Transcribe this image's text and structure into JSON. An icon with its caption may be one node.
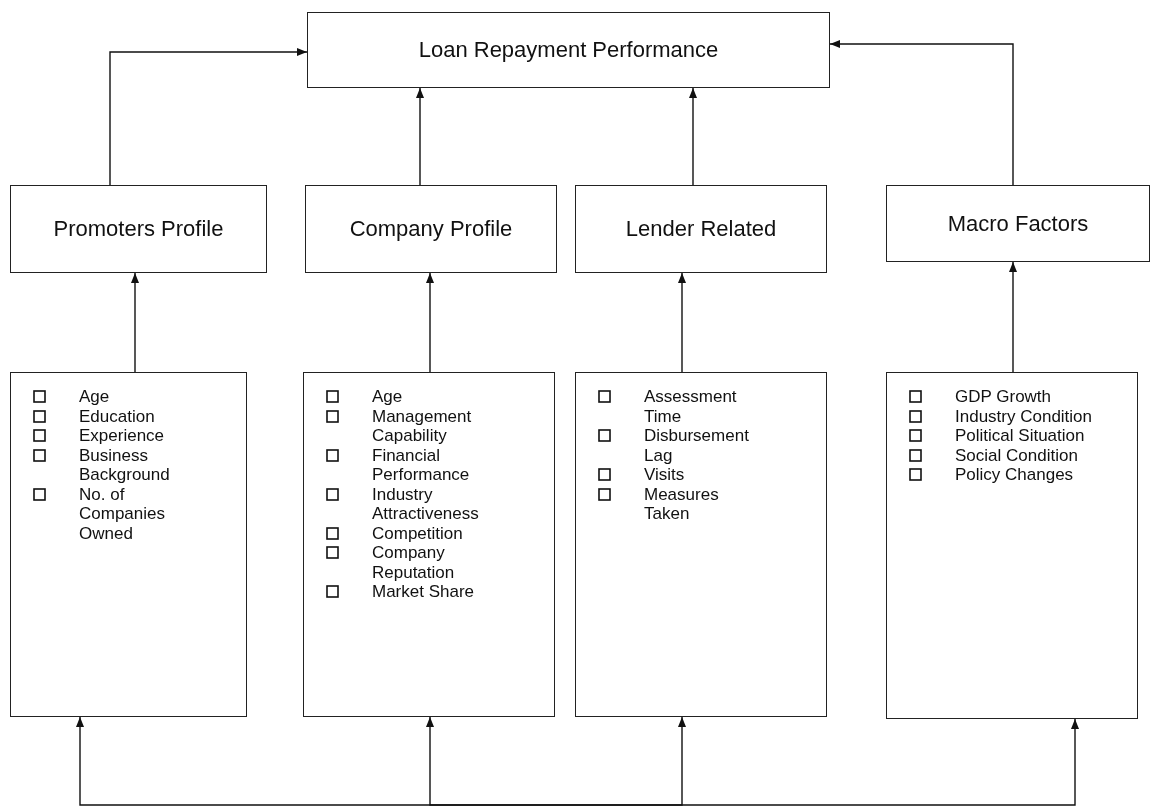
{
  "diagram": {
    "nodes": [
      {
        "text": [
          "Loan Repayment Performance"
        ]
      },
      {
        "text": [
          "Promoters Profile"
        ]
      },
      {
        "text": [
          "Company Profile"
        ]
      },
      {
        "text": [
          "Lender Related"
        ]
      },
      {
        "text": [
          "Macro Factors"
        ]
      },
      {
        "text": [
          "Age",
          "Education",
          "Experience",
          "Business Background",
          "No. of Companies Owned"
        ]
      },
      {
        "text": [
          "Age",
          "Management Capability",
          "Financial Performance",
          "Industry Attractiveness",
          "Competition",
          "Company Reputation",
          "Market Share"
        ]
      },
      {
        "text": [
          "Assessment Time",
          "Disbursement Lag",
          "Visits",
          "Measures Taken"
        ]
      },
      {
        "text": [
          "GDP Growth",
          "Industry Condition",
          "Political Situation",
          "Social Condition",
          "Policy Changes"
        ]
      }
    ],
    "edges": [
      {
        "from": 1,
        "to": 0,
        "arrow": "to"
      },
      {
        "from": 2,
        "to": 0,
        "arrow": "to"
      },
      {
        "from": 3,
        "to": 0,
        "arrow": "to"
      },
      {
        "from": 4,
        "to": 0,
        "arrow": "to"
      },
      {
        "from": 5,
        "to": 1,
        "arrow": "to"
      },
      {
        "from": 6,
        "to": 2,
        "arrow": "to"
      },
      {
        "from": 7,
        "to": 3,
        "arrow": "to"
      },
      {
        "from": 8,
        "to": 4,
        "arrow": "to"
      },
      {
        "from": null,
        "to": 5,
        "arrow": "to"
      },
      {
        "from": null,
        "to": 6,
        "arrow": "to"
      },
      {
        "from": null,
        "to": 7,
        "arrow": "to"
      },
      {
        "from": null,
        "to": 8,
        "arrow": "to"
      }
    ]
  }
}
